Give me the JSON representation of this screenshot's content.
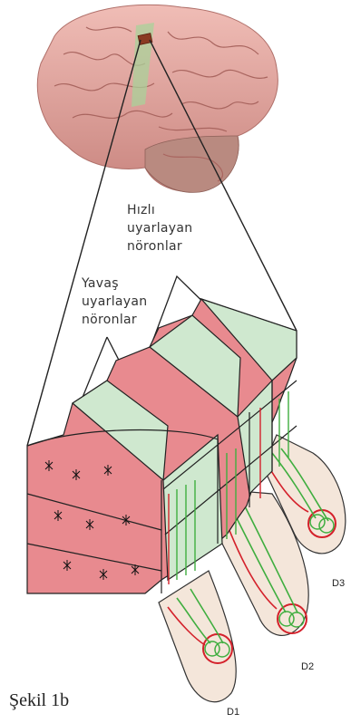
{
  "labels": {
    "fast": {
      "line1": "Hızlı",
      "line2": "uyarlayan",
      "line3": "nöronlar"
    },
    "slow": {
      "line1": "Yavaş",
      "line2": "uyarlayan",
      "line3": "nöronlar"
    }
  },
  "caption": "Şekil 1b",
  "fingers": [
    "D1",
    "D2",
    "D3"
  ],
  "colors": {
    "slow_band": "#e88a8f",
    "fast_band": "#cfe8cf",
    "brain": "#e6a9a3",
    "skin": "#f4e6da",
    "fiber_red": "#d4212b",
    "fiber_green": "#3fae3f"
  }
}
